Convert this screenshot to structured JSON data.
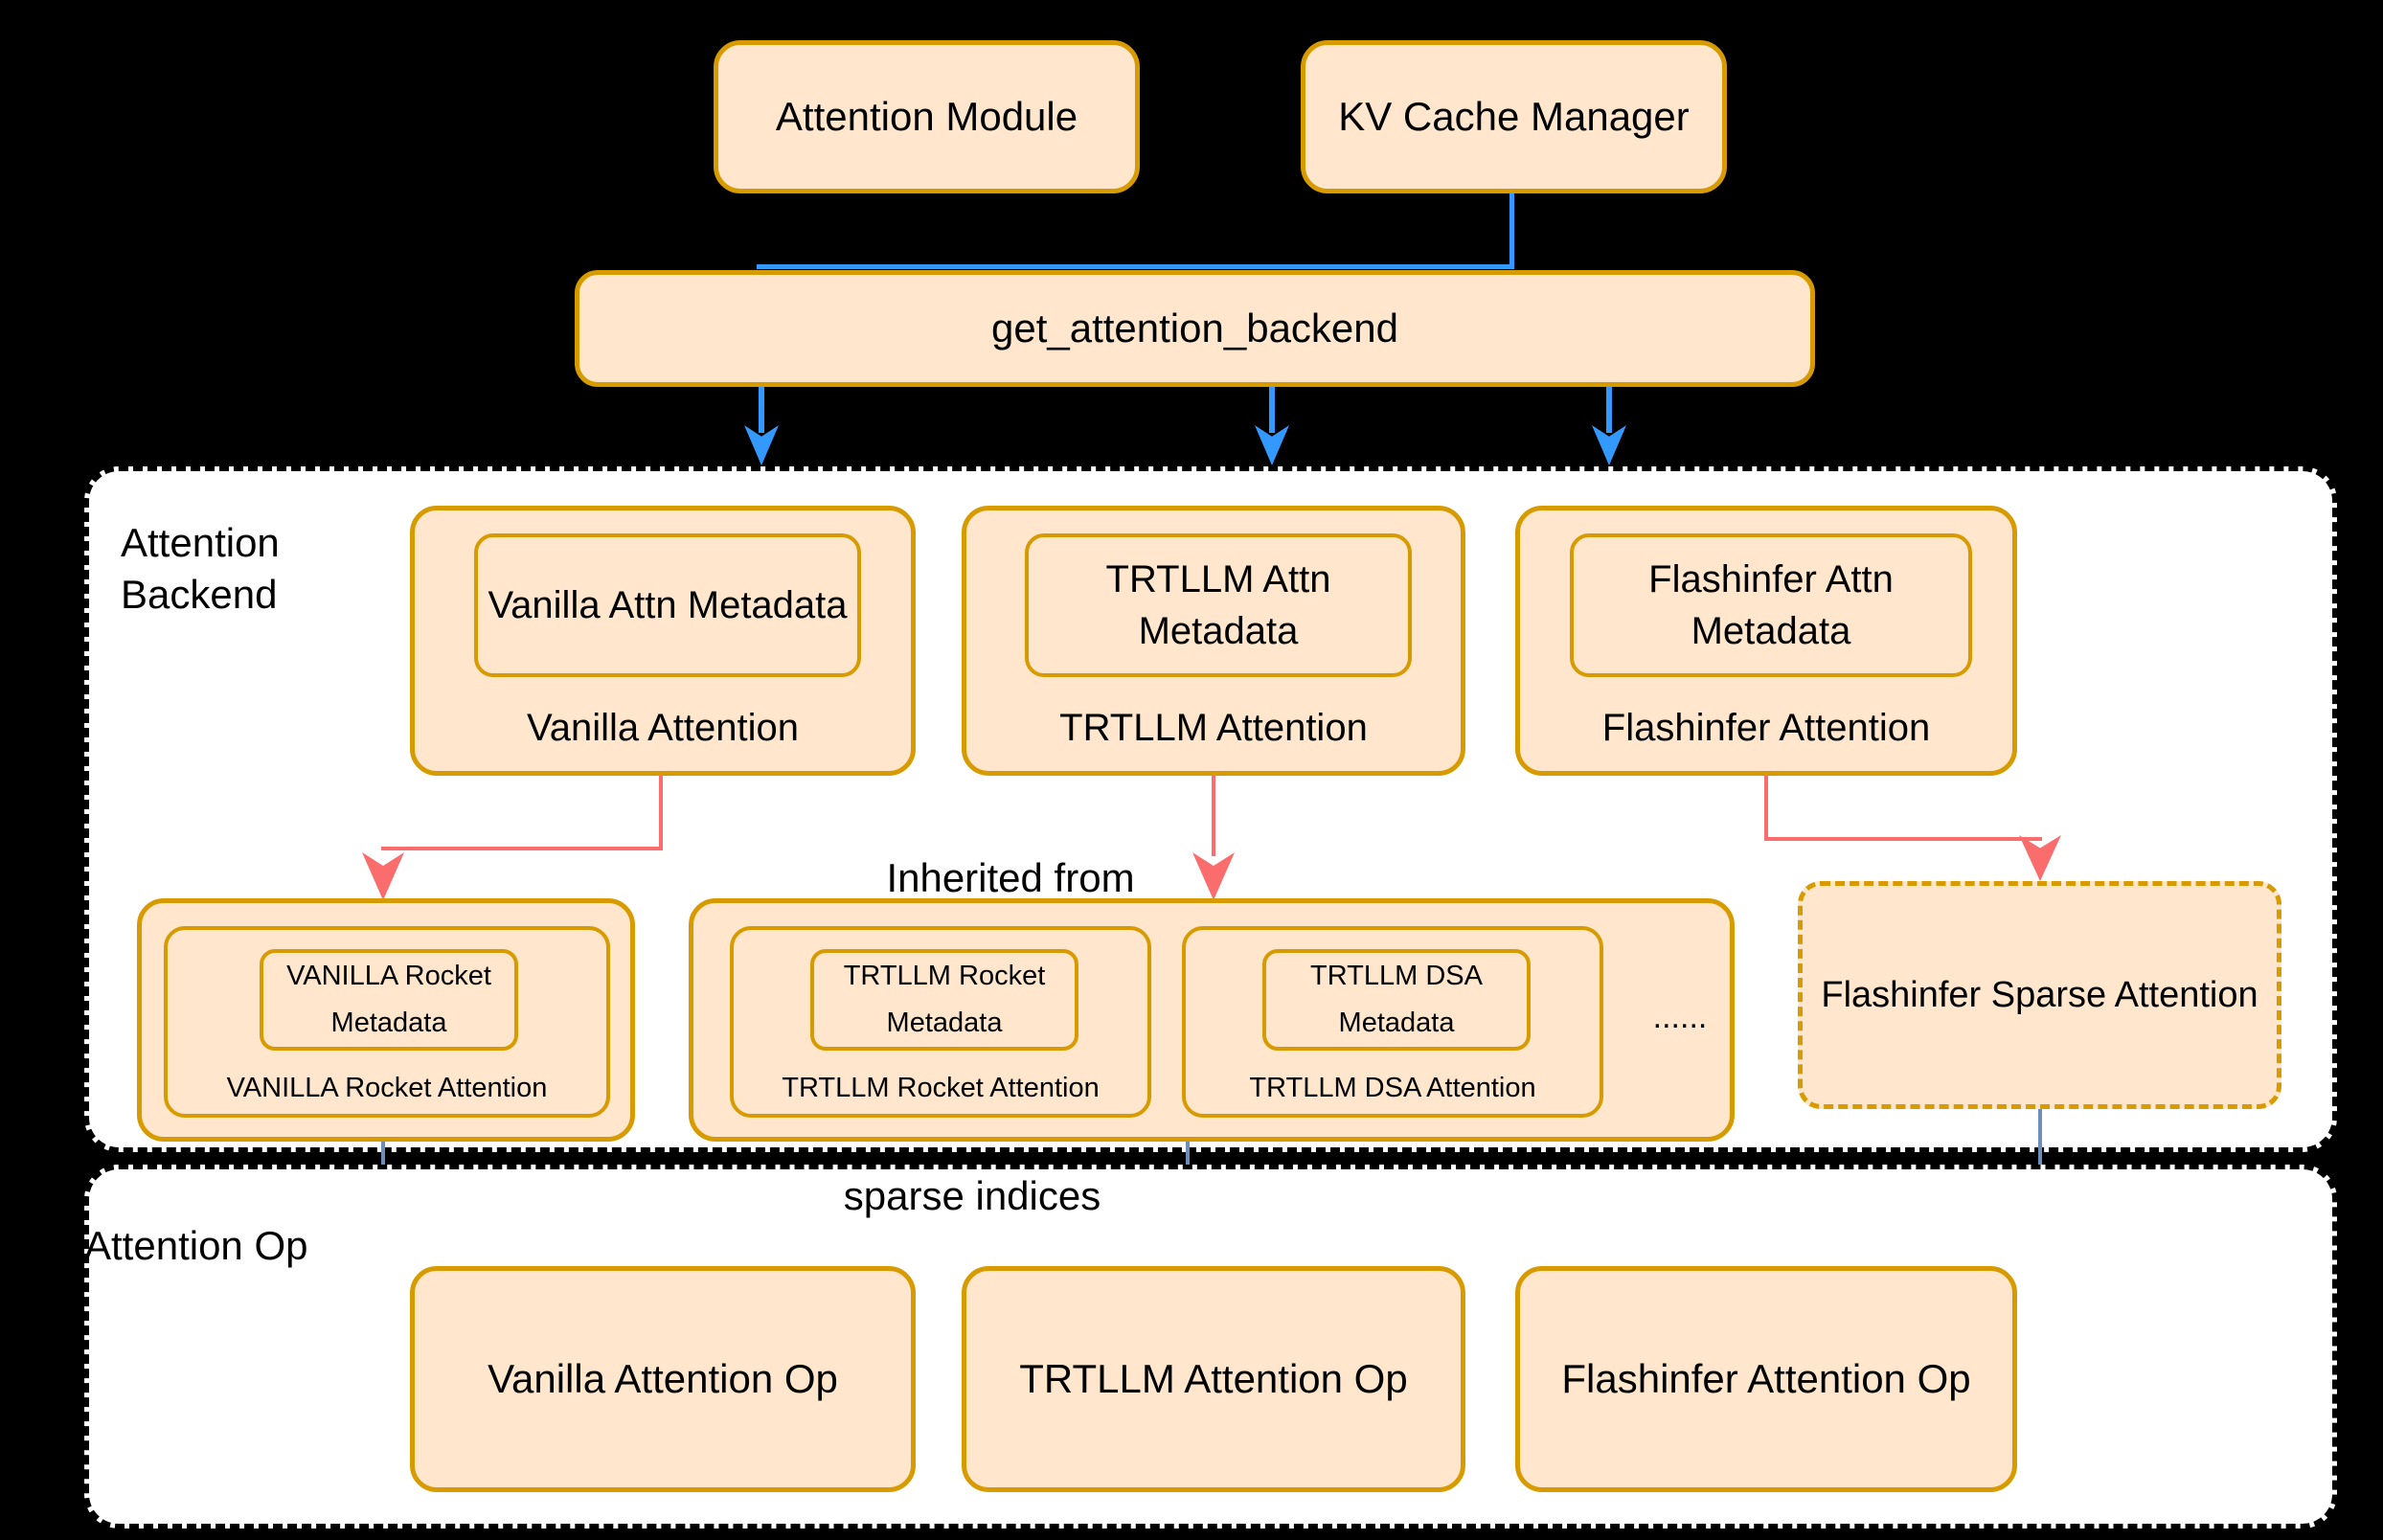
{
  "nodes": {
    "attention_module": "Attention Module",
    "kv_cache_manager": "KV Cache Manager",
    "get_attention_backend": "get_attention_backend"
  },
  "backend_region": {
    "label": "Attention Backend",
    "inherited_from_label": "Inherited from",
    "boxes": [
      {
        "metadata": "Vanilla Attn Metadata",
        "label": "Vanilla Attention"
      },
      {
        "metadata": "TRTLLM Attn Metadata",
        "label": "TRTLLM Attention"
      },
      {
        "metadata": "Flashinfer Attn Metadata",
        "label": "Flashinfer Attention"
      }
    ],
    "derived_boxes": [
      {
        "metadata_title": "VANILLA Rocket",
        "metadata_caption": "Metadata",
        "label": "VANILLA Rocket Attention"
      },
      {
        "metadata_title": "TRTLLM Rocket",
        "metadata_caption": "Metadata",
        "label": "TRTLLM Rocket Attention"
      },
      {
        "metadata_title": "TRTLLM DSA",
        "metadata_caption": "Metadata",
        "label": "TRTLLM DSA Attention"
      }
    ],
    "ellipsis": "......",
    "sparse_box_label": "Flashinfer Sparse Attention"
  },
  "op_region": {
    "label": "Attention Op",
    "sparse_indices_label": "sparse indices",
    "boxes": [
      "Vanilla Attention Op",
      "TRTLLM Attention Op",
      "Flashinfer Attention Op"
    ]
  },
  "colors": {
    "node_fill": "#FFE6CC",
    "node_stroke": "#D79B00",
    "arrow_blue": "#3399FF",
    "arrow_red": "#FB6D6D",
    "arrow_slate": "#6C8EBF",
    "region_fill": "#FFFFFF",
    "region_stroke": "#000000",
    "background": "#000000"
  }
}
